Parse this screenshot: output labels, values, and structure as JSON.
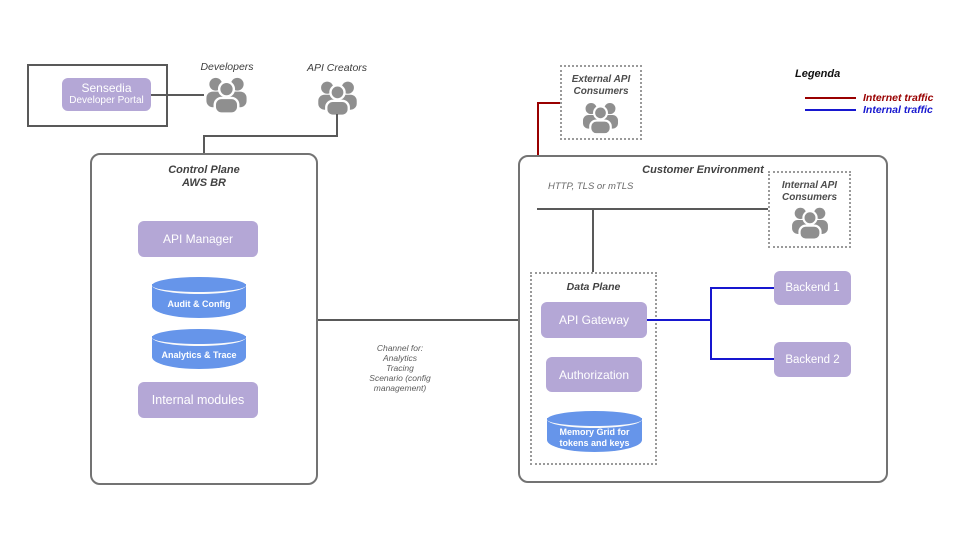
{
  "colors": {
    "node_purple": "#b4a7d6",
    "cylinder_blue": "#6695ea",
    "internet_red": "#990000",
    "internal_blue": "#1717cf",
    "connector_gray": "#595959"
  },
  "sensedia": {
    "line1": "Sensedia",
    "line2": "Developer Portal"
  },
  "actors": {
    "developers": "Developers",
    "api_creators": "API Creators"
  },
  "external_consumers": {
    "line1": "External API",
    "line2": "Consumers"
  },
  "legend": {
    "title": "Legenda",
    "internet_label": "Internet traffic",
    "internal_label": "Internal traffic"
  },
  "control_plane": {
    "title_line1": "Control Plane",
    "title_line2": "AWS BR",
    "api_manager": "API Manager",
    "audit_config": "Audit & Config",
    "analytics_trace": "Analytics & Trace",
    "internal_modules": "Internal modules"
  },
  "channel_note": {
    "lines": [
      "Channel  for:",
      "Analytics",
      "Tracing",
      "Scenario (config",
      "management)"
    ]
  },
  "customer_env": {
    "title": "Customer Environment",
    "protocol": "HTTP, TLS or mTLS",
    "internal_consumers_line1": "Internal API",
    "internal_consumers_line2": "Consumers",
    "backend1": "Backend 1",
    "backend2": "Backend 2"
  },
  "data_plane": {
    "title": "Data Plane",
    "api_gateway": "API Gateway",
    "authorization": "Authorization",
    "memory_grid_line1": "Memory Grid for",
    "memory_grid_line2": "tokens and keys"
  }
}
